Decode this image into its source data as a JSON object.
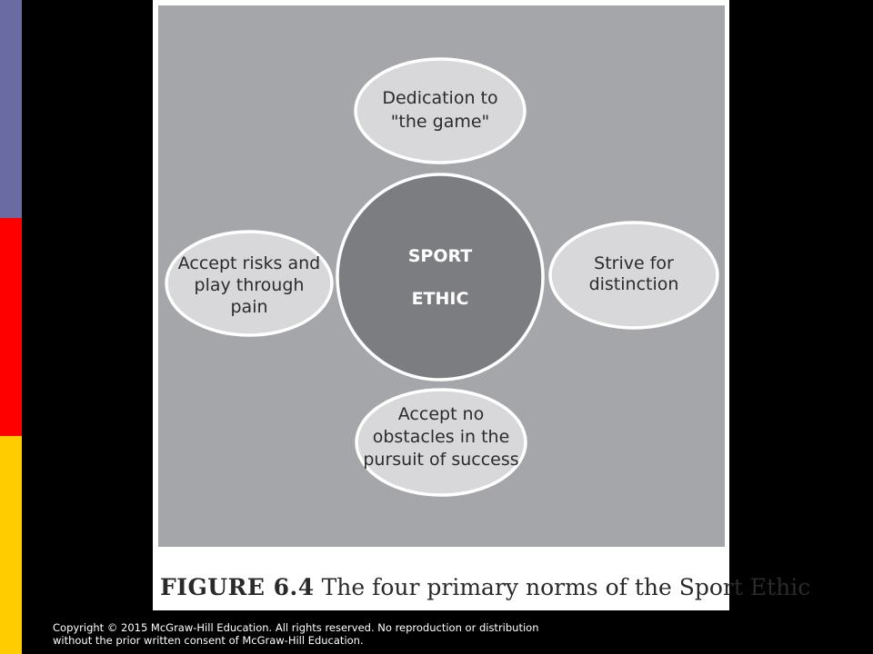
{
  "colors": {
    "background": "#000000",
    "stripe_purple": "#6b6ba3",
    "stripe_red": "#ff0000",
    "stripe_yellow": "#ffcc00",
    "panel": "#a5a6aa",
    "center_circle": "#7c7d80",
    "outer_ellipse": "#d8d8da",
    "outline": "#ffffff"
  },
  "diagram": {
    "center": {
      "line1": "SPORT",
      "line2": "ETHIC"
    },
    "nodes": {
      "top": {
        "line1": "Dedication to",
        "line2": "\"the game\""
      },
      "right": {
        "line1": "Strive for",
        "line2": "distinction"
      },
      "bottom": {
        "line1": "Accept no",
        "line2": "obstacles in the",
        "line3": "pursuit of success"
      },
      "left": {
        "line1": "Accept risks and",
        "line2": "play through",
        "line3": "pain"
      }
    }
  },
  "caption": {
    "label": "FIGURE 6.4",
    "text": "The four primary norms of the Sport Ethic"
  },
  "copyright": {
    "line1": "Copyright © 2015 McGraw-Hill Education. All rights reserved. No reproduction or distribution",
    "line2": "without the prior written consent of McGraw-Hill Education."
  }
}
